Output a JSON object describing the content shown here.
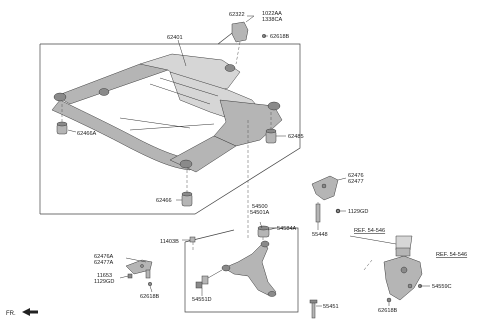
{
  "labels": {
    "p62322": "62322",
    "p1022AA": "1022AA",
    "p1338CA": "1338CA",
    "p62618B_top": "62618B",
    "p62401": "62401",
    "p62466A": "62466A",
    "p62485": "62485",
    "p62466": "62466",
    "p62476": "62476",
    "p62477": "62477",
    "p1129GD_right": "1129GD",
    "p55448": "55448",
    "p54500": "54500",
    "p54501A": "54501A",
    "p54584A": "54584A",
    "p11403B": "11403B",
    "p62476A": "62476A",
    "p62477A": "62477A",
    "p11653": "11653",
    "p1129GD_left": "1129GD",
    "p62618B_left": "62618B",
    "p54551D": "54551D",
    "p55451": "55451",
    "ref1": "REF. 54-546",
    "ref2": "REF. 54-546",
    "p54559C": "54559C",
    "p62618B_right": "62618B",
    "fr": "FR."
  }
}
